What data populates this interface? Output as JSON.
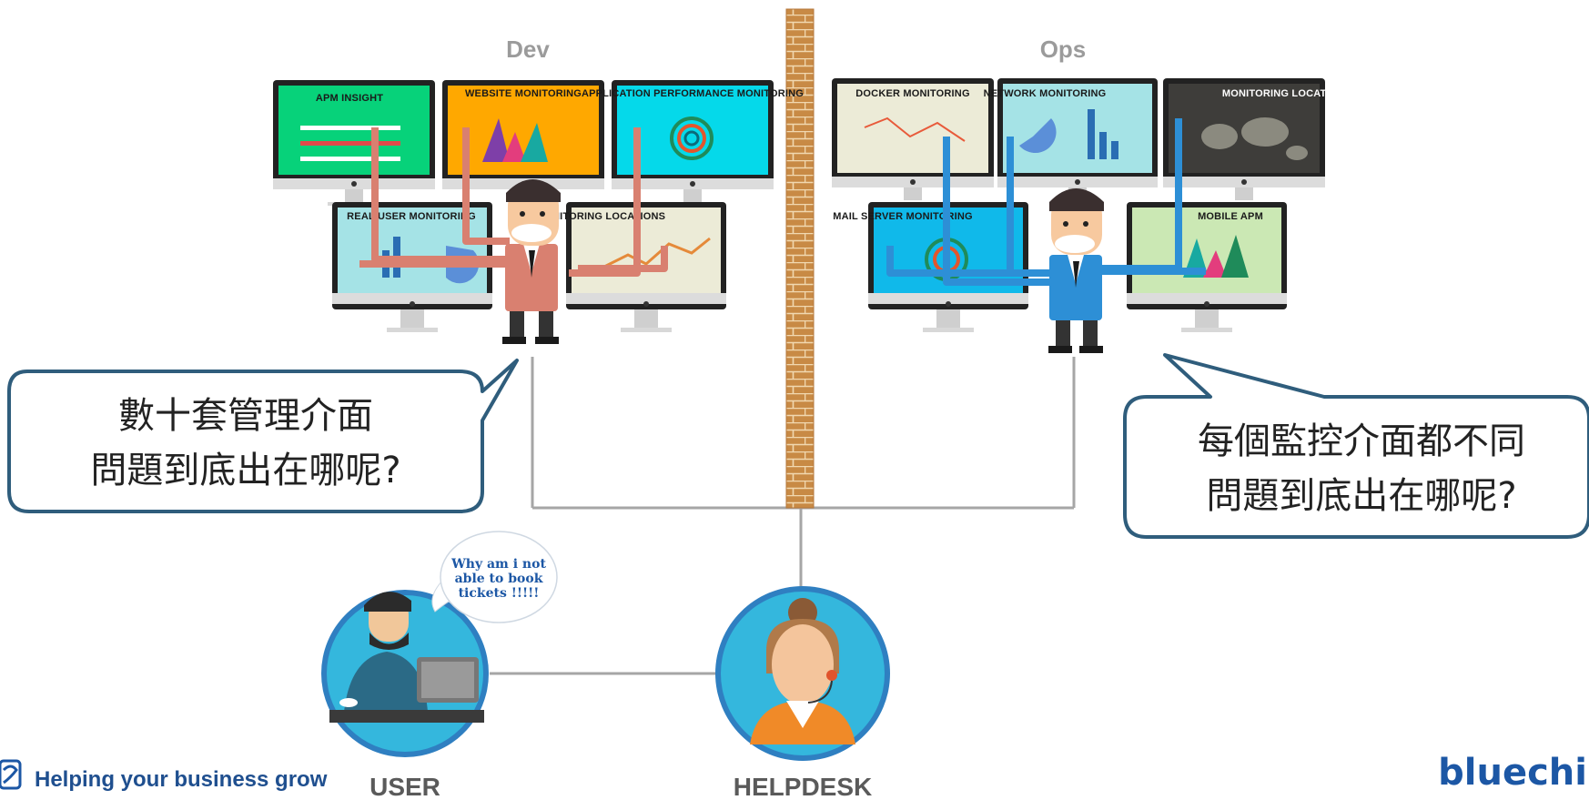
{
  "teams": {
    "dev": {
      "label": "Dev",
      "screens": [
        "APM INSIGHT",
        "WEBSITE MONITORING",
        "APPLICATION PERFORMANCE MONITORING",
        "REAL USER MONITORING",
        "MONITORING LOCATIONS"
      ]
    },
    "ops": {
      "label": "Ops",
      "screens": [
        "DOCKER MONITORING",
        "NETWORK MONITORING",
        "MONITORING LOCATIONS",
        "MAIL SERVER MONITORING",
        "MOBILE APM"
      ]
    }
  },
  "bubbles": {
    "dev_line1": "數十套管理介面",
    "dev_line2": "問題到底出在哪呢?",
    "ops_line1": "每個監控介面都不同",
    "ops_line2": "問題到底出在哪呢?"
  },
  "user": {
    "thought_line1": "Why am i not",
    "thought_line2": "able to book",
    "thought_line3": "tickets !!!!!",
    "caption": "USER"
  },
  "helpdesk": {
    "caption": "HELPDESK"
  },
  "footer": {
    "tagline": "Helping your business grow",
    "brand": "bluechi"
  },
  "colors": {
    "dev_arm": "#d98070",
    "ops_arm": "#2d8fd6",
    "wall": "#c8914f",
    "connector": "#a6a6a6",
    "bubble_border": "#2f5d7c",
    "circle_ring": "#2f7fc1",
    "circle_fill": "#34b7dd"
  }
}
